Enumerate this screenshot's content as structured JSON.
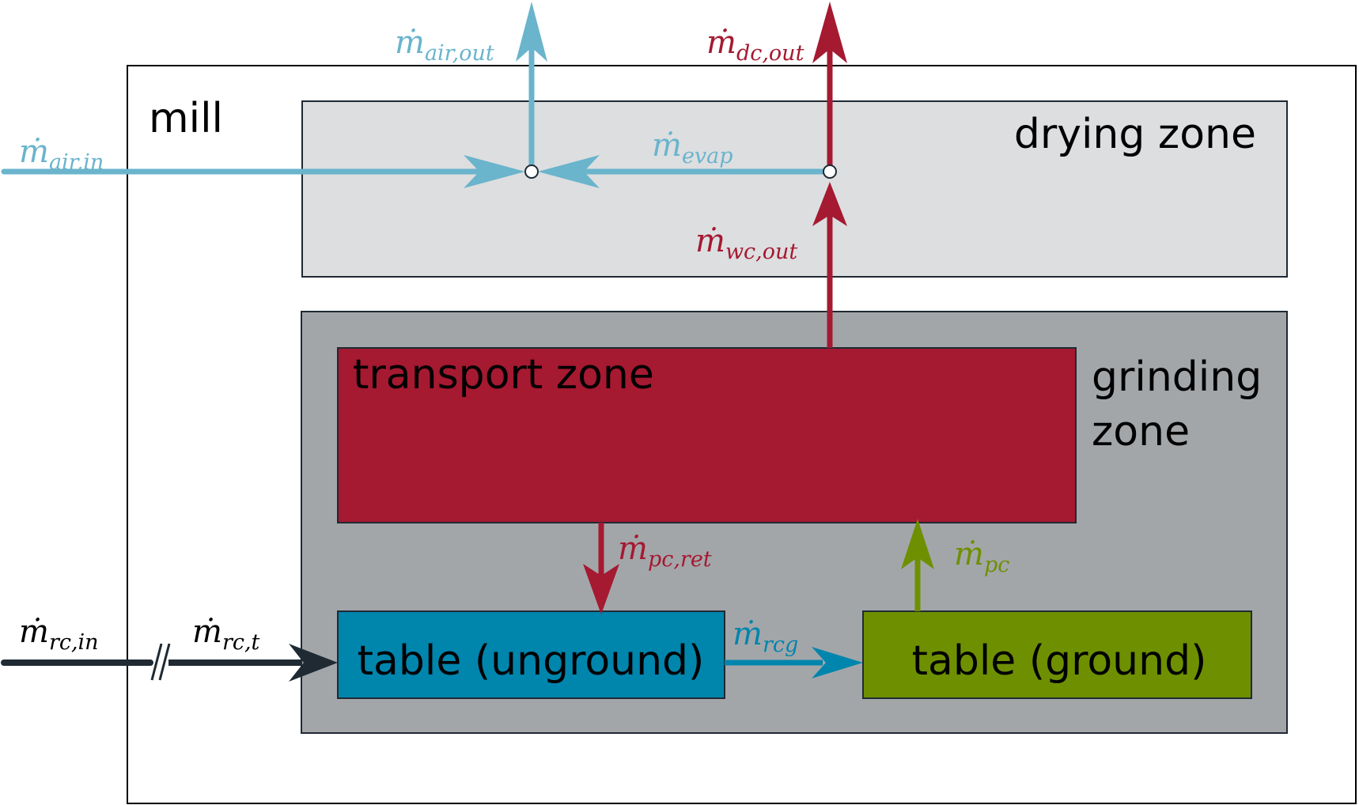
{
  "colors": {
    "air": "#6ab4cc",
    "red": "#a51931",
    "green": "#6e9000",
    "blue": "#0085ad",
    "dark": "#1f2a33",
    "drying_zone_fill": "#dcdee0",
    "grinding_zone_fill": "#a3a6a9"
  },
  "zones": {
    "mill": "mill",
    "drying": "drying zone",
    "grinding_line1": "grinding",
    "grinding_line2": "zone",
    "transport": "transport zone",
    "table_unground": "table (unground)",
    "table_ground": "table (ground)"
  },
  "flows": {
    "air_in": {
      "symbol": "ṁ",
      "sub": "air,in"
    },
    "air_out": {
      "symbol": "ṁ",
      "sub": "air,out"
    },
    "evap": {
      "symbol": "ṁ",
      "sub": "evap"
    },
    "dc_out": {
      "symbol": "ṁ",
      "sub": "dc,out"
    },
    "wc_out": {
      "symbol": "ṁ",
      "sub": "wc,out"
    },
    "pc_ret": {
      "symbol": "ṁ",
      "sub": "pc,ret"
    },
    "pc": {
      "symbol": "ṁ",
      "sub": "pc"
    },
    "rcg": {
      "symbol": "ṁ",
      "sub": "rcg"
    },
    "rc_in": {
      "symbol": "ṁ",
      "sub": "rc,in"
    },
    "rc_t": {
      "symbol": "ṁ",
      "sub": "rc,t"
    }
  }
}
